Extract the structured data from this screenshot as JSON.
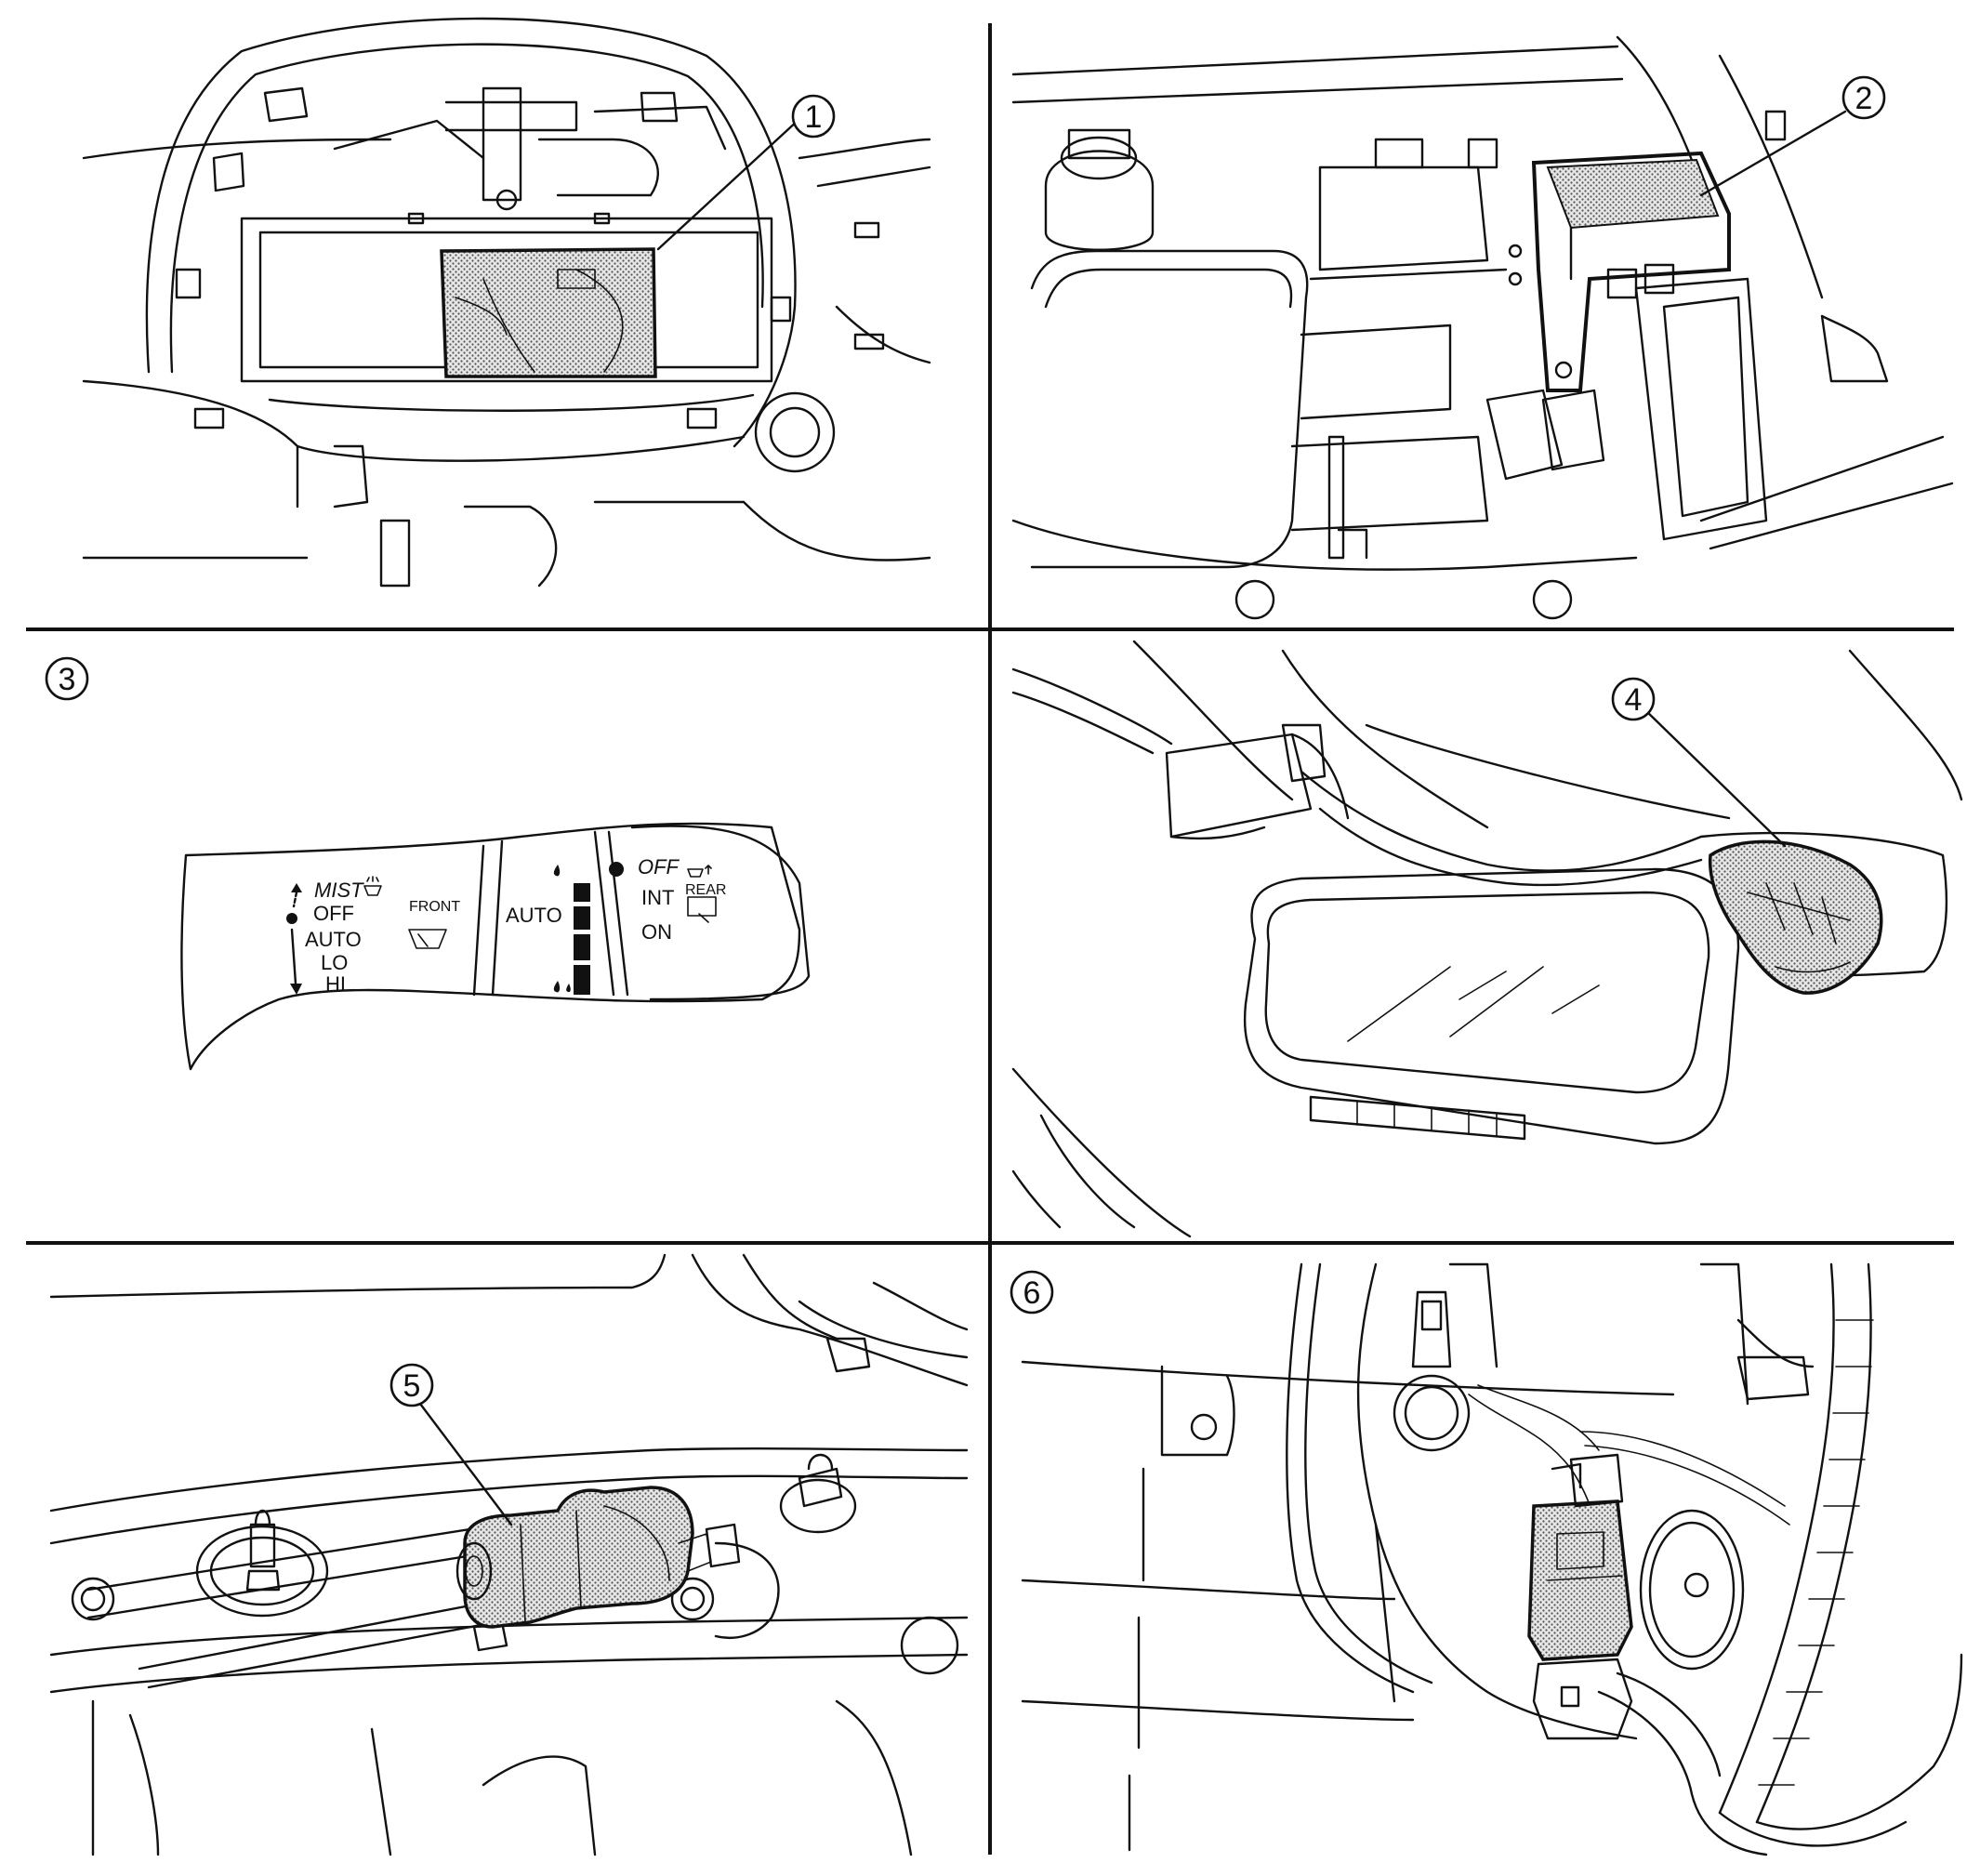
{
  "callouts": [
    {
      "number": "1"
    },
    {
      "number": "2"
    },
    {
      "number": "3"
    },
    {
      "number": "4"
    },
    {
      "number": "5"
    },
    {
      "number": "6"
    }
  ],
  "switch_labels": {
    "mist": "MIST",
    "off_left": "OFF",
    "auto_left": "AUTO",
    "lo": "LO",
    "hi": "HI",
    "front": "FRONT",
    "auto_ring": "AUTO",
    "off_right": "OFF",
    "rear": "REAR",
    "int": "INT",
    "on": "ON"
  }
}
